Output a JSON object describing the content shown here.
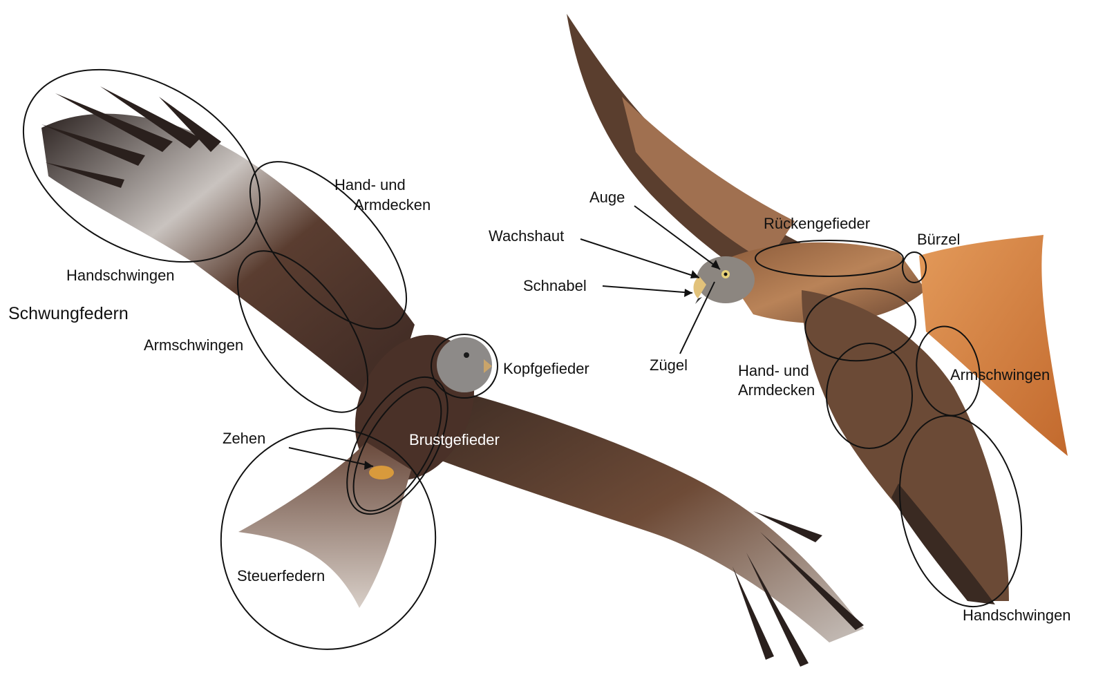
{
  "labels": {
    "left_bird": {
      "hand_und_armdecken_1": "Hand- und",
      "hand_und_armdecken_2": "Armdecken",
      "handschwingen": "Handschwingen",
      "schwungfedern": "Schwungfedern",
      "armschwingen": "Armschwingen",
      "kopfgefieder": "Kopfgefieder",
      "zehen": "Zehen",
      "brustgefieder": "Brustgefieder",
      "steuerfedern": "Steuerfedern"
    },
    "right_bird": {
      "auge": "Auge",
      "wachshaut": "Wachshaut",
      "schnabel": "Schnabel",
      "zuegel": "Zügel",
      "rueckengefieder": "Rückengefieder",
      "buerzel": "Bürzel",
      "hand_und_armdecken_1": "Hand- und",
      "hand_und_armdecken_2": "Armdecken",
      "armschwingen": "Armschwingen",
      "handschwingen": "Handschwingen"
    }
  },
  "colors": {
    "background": "#ffffff",
    "ink": "#111111",
    "plumage_dark": "#3a2a22",
    "plumage_brown": "#6b4a35",
    "wing_pale": "#b9b2ad",
    "tail_rufous": "#d88a4a"
  }
}
